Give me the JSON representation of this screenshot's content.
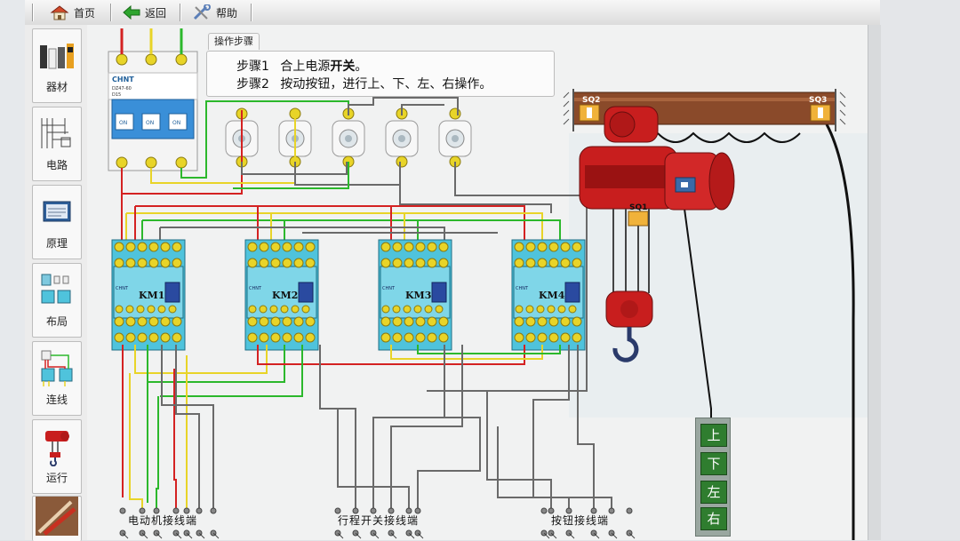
{
  "toolbar": {
    "home_label": "首页",
    "back_label": "返回",
    "help_label": "帮助"
  },
  "sidebar": {
    "items": [
      {
        "label": "器材"
      },
      {
        "label": "电路"
      },
      {
        "label": "原理"
      },
      {
        "label": "布局"
      },
      {
        "label": "连线"
      },
      {
        "label": "运行"
      }
    ]
  },
  "steps": {
    "tab_label": "操作步骤",
    "step1_prefix": "步骤1",
    "step1_text": "合上电源",
    "step1_bold": "开关",
    "step1_end": "。",
    "step2_prefix": "步骤2",
    "step2_text": "按动按钮，进行上、下、左、右操作。"
  },
  "breaker": {
    "brand": "CHNT",
    "model": "DZ47-60",
    "rating": "D15",
    "on_label": "ON"
  },
  "contactors": [
    {
      "label": "KM1",
      "brand": "CHNT"
    },
    {
      "label": "KM2",
      "brand": "CHNT"
    },
    {
      "label": "KM3",
      "brand": "CHNT"
    },
    {
      "label": "KM4",
      "brand": "CHNT"
    }
  ],
  "hoist": {
    "limit_left": "SQ2",
    "limit_right": "SQ3",
    "limit_top": "SQ1"
  },
  "control_box": {
    "up": "上",
    "down": "下",
    "left": "左",
    "right": "右"
  },
  "terminals": {
    "motor_label": "电动机接线端",
    "limit_label": "行程开关接线端",
    "button_label": "按钮接线端"
  },
  "colors": {
    "wire_red": "#d42222",
    "wire_yellow": "#e8d428",
    "wire_green": "#2cb82c",
    "wire_gray": "#6a6a6a",
    "contactor_body": "#4fc3dc",
    "hoist_red": "#c81e1e",
    "button_green": "#2f7d2f"
  }
}
